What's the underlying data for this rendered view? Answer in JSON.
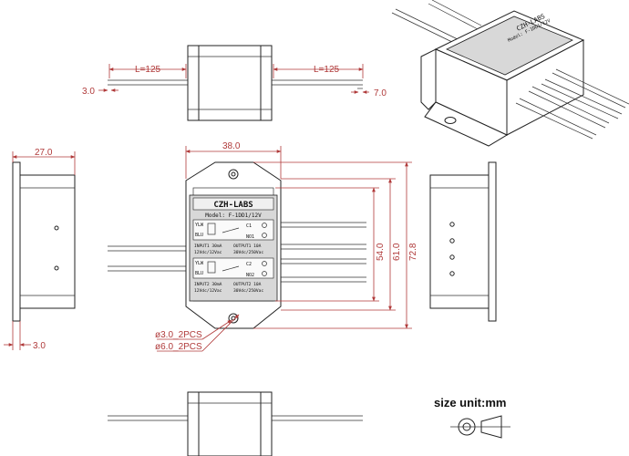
{
  "dimensions": {
    "lead_left": "L=125",
    "lead_right": "L=125",
    "lead_offset_left": "3.0",
    "lead_offset_right": "7.0",
    "depth": "27.0",
    "width": "38.0",
    "height_a": "54.0",
    "height_b": "61.0",
    "height_c": "72.8",
    "flange": "3.0",
    "hole_small": "ø3.0_2PCS",
    "hole_large": "ø6.0_2PCS"
  },
  "label": {
    "brand": "CZH-LABS",
    "model": "Model: F-1DD1/12V",
    "wire_ylw": "YLW",
    "wire_blu": "BLU",
    "c1": "C1",
    "no1": "NO1",
    "c2": "C2",
    "no2": "NO2",
    "input1": "INPUT1 30mA",
    "input1_v": "12Vdc/12Vac",
    "output1": "OUTPUT1 10A",
    "output1_v": "30Vdc/250Vac",
    "input2": "INPUT2 30mA",
    "input2_v": "12Vdc/12Vac",
    "output2": "OUTPUT2 10A",
    "output2_v": "30Vdc/250Vac"
  },
  "iso_label": {
    "brand": "CZH-LABS",
    "model": "Model: F-1DD1/12V"
  },
  "units": {
    "text": "size unit:mm"
  },
  "colors": {
    "dimension": "#b03a3a",
    "line": "#222222"
  }
}
